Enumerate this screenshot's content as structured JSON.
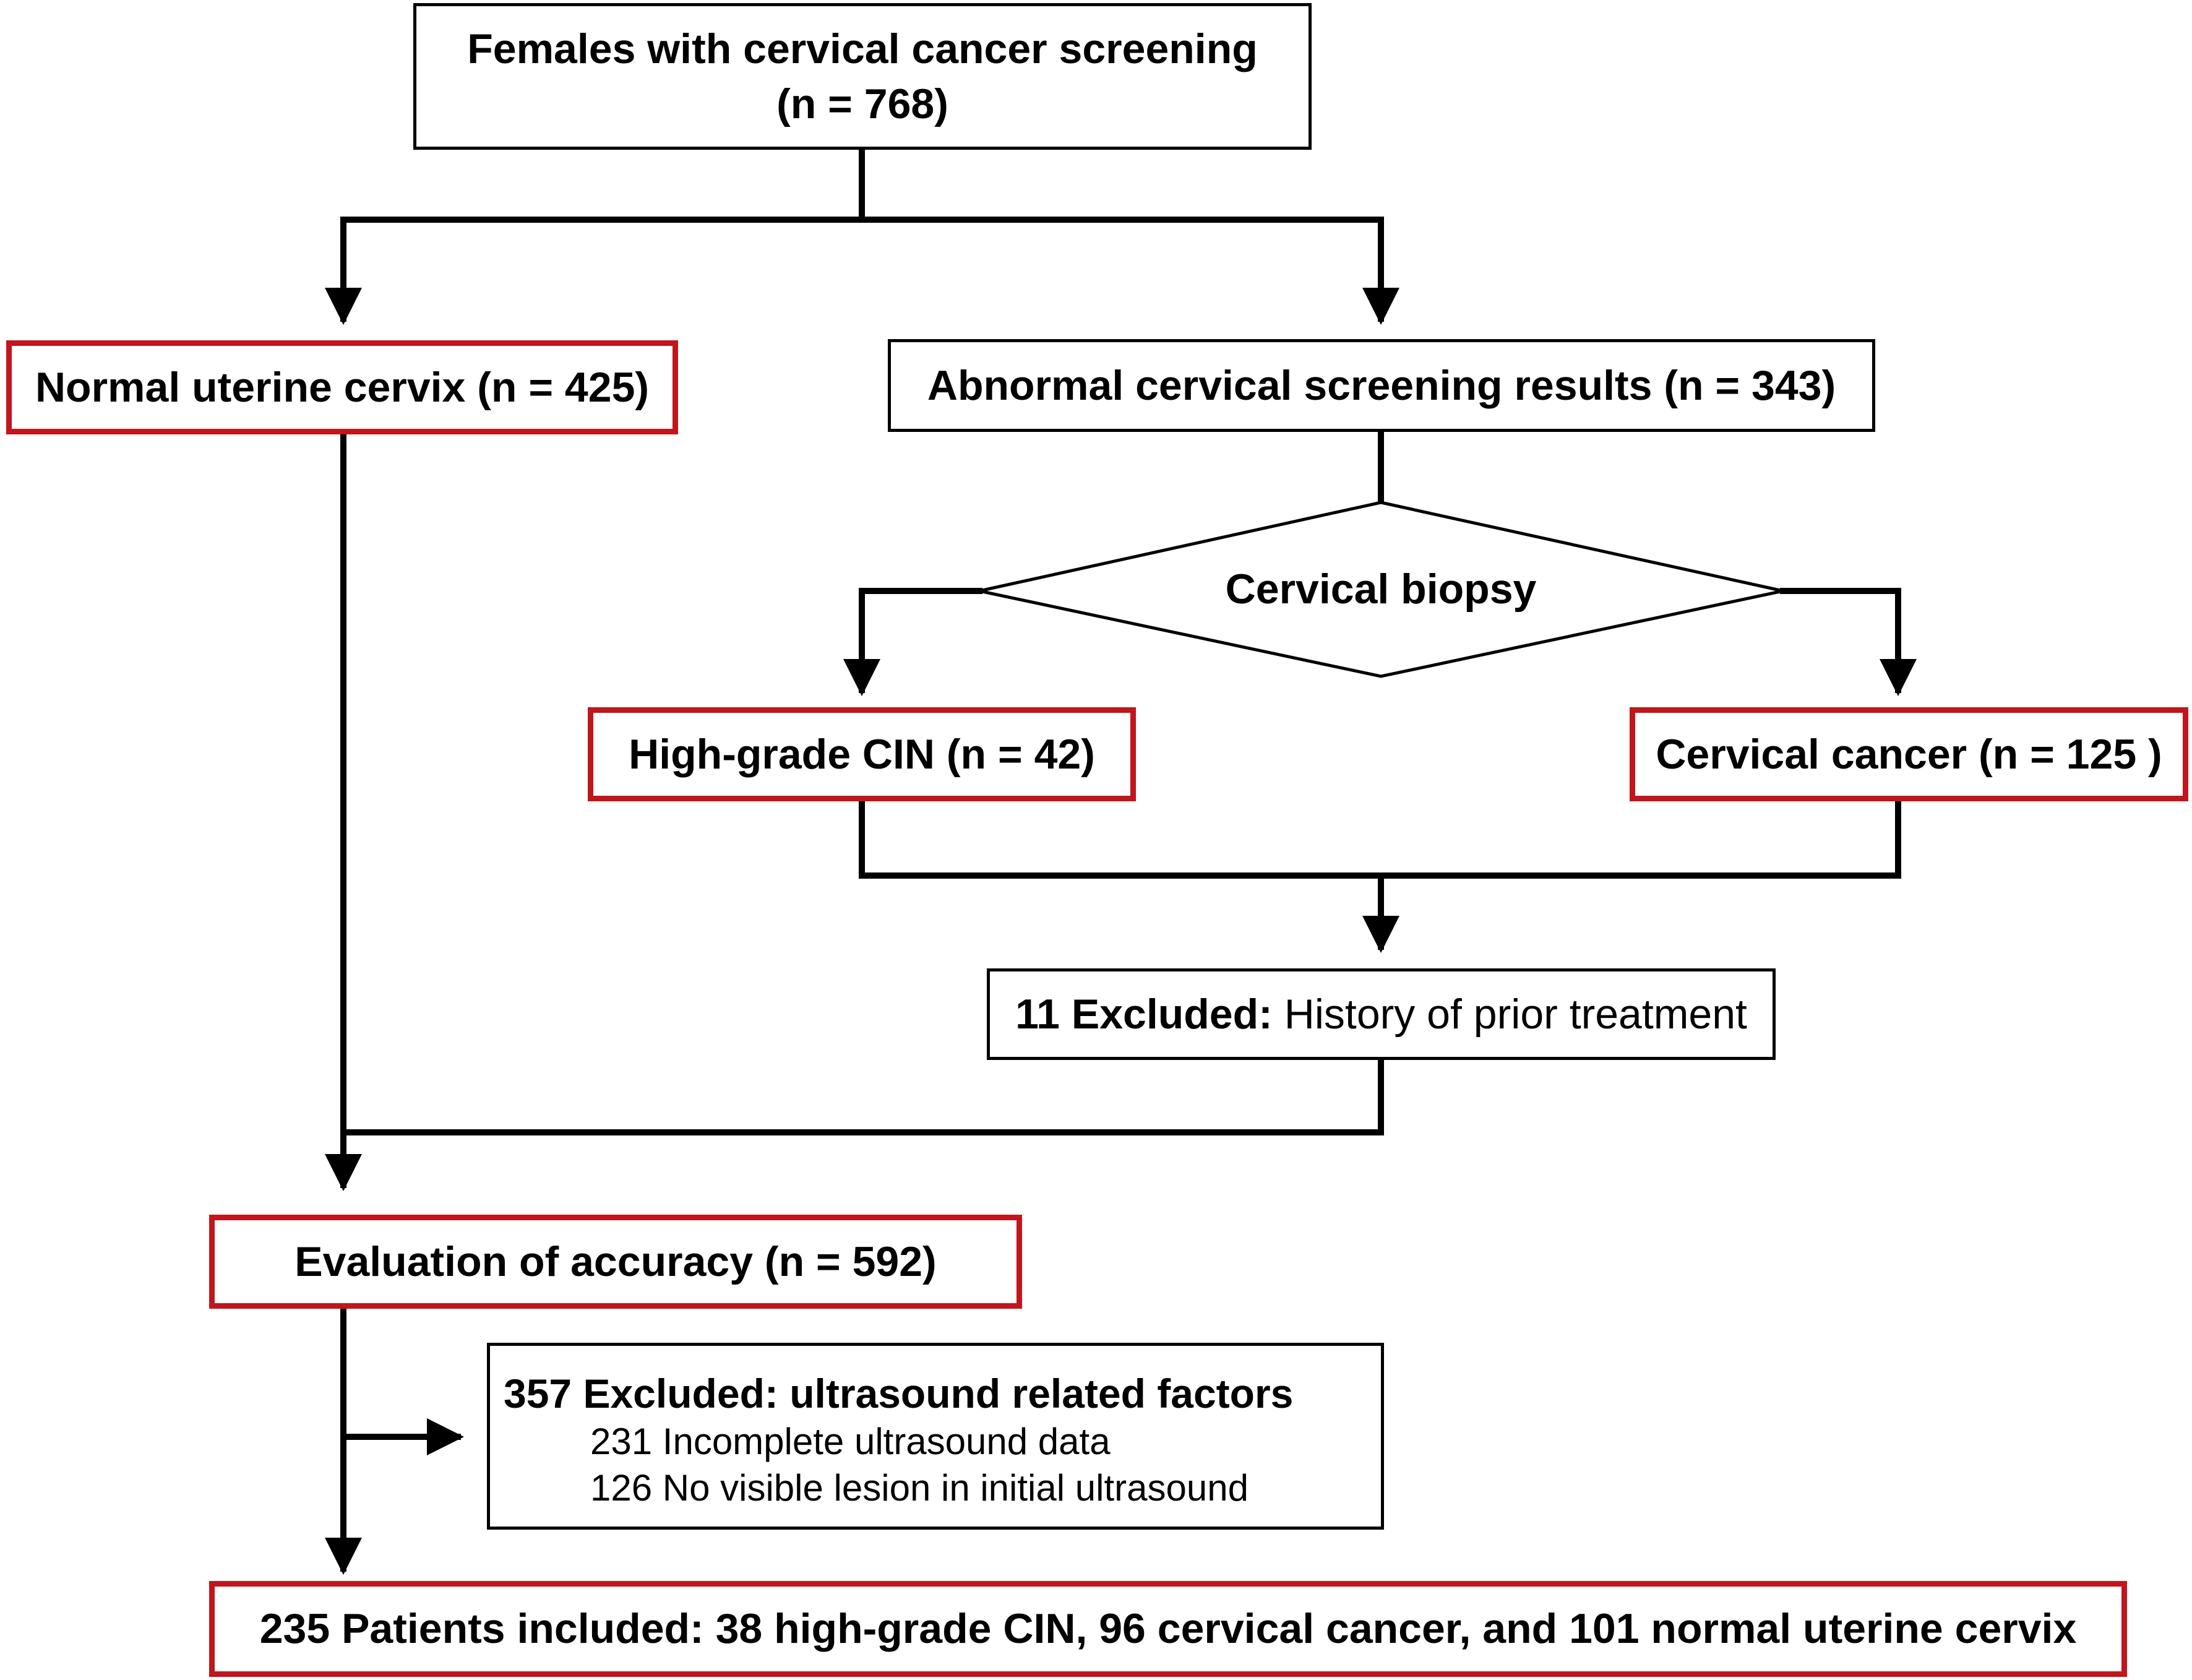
{
  "boxes": {
    "screening": {
      "line1": "Females with cervical cancer screening",
      "line2": "(n = 768)"
    },
    "normal": {
      "label": "Normal uterine cervix (n = 425)"
    },
    "abnormal": {
      "label": "Abnormal cervical screening results (n = 343)"
    },
    "biopsy": {
      "label": "Cervical biopsy"
    },
    "cin": {
      "label": "High-grade CIN (n = 42)"
    },
    "cancer": {
      "label": "Cervical cancer (n = 125 )"
    },
    "excluded_prior": {
      "bold": "11 Excluded:",
      "text": " History of prior treatment"
    },
    "evaluation": {
      "label": "Evaluation of accuracy (n = 592)"
    },
    "excluded_ultrasound": {
      "title": "357 Excluded:  ultrasound related factors",
      "items": [
        "231 Incomplete ultrasound data",
        "126 No visible lesion in initial ultrasound"
      ]
    },
    "included": {
      "label": "235 Patients included: 38 high-grade CIN, 96 cervical cancer, and 101 normal uterine cervix"
    }
  },
  "colors": {
    "highlight_border": "#c0161c",
    "line": "#000000"
  }
}
